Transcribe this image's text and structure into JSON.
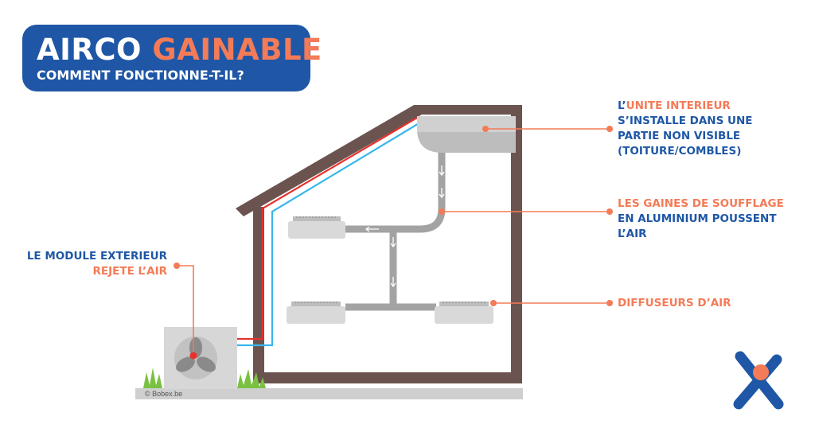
{
  "title": {
    "word1": "AIRCO",
    "word2": "GAINABLE",
    "subtitle": "COMMENT FONCTIONNE-T-IL?"
  },
  "labels": {
    "interior_unit": {
      "line1_prefix": "L’",
      "line1_highlight": "UNITE INTERIEUR",
      "line2": "S’INSTALLE DANS UNE",
      "line3": "PARTIE NON VISIBLE",
      "line4": "(TOITURE/COMBLES)"
    },
    "ducts": {
      "line1": "LES GAINES DE SOUFFLAGE",
      "line2": "EN ALUMINIUM POUSSENT",
      "line3": "L’AIR"
    },
    "exterior_module": {
      "line1": "LE MODULE EXTERIEUR",
      "line2": "REJETE L’AIR"
    },
    "diffusers": {
      "line1": "DIFFUSEURS D’AIR"
    }
  },
  "credit": "© Bobex.be",
  "colors": {
    "blue": "#1f57a6",
    "orange": "#f47b57",
    "wall": "#6b5450",
    "duct": "#a3a3a3",
    "refrigerant_hot": "#e5322d",
    "refrigerant_cold": "#38b6ec",
    "grass": "#7ac143"
  }
}
